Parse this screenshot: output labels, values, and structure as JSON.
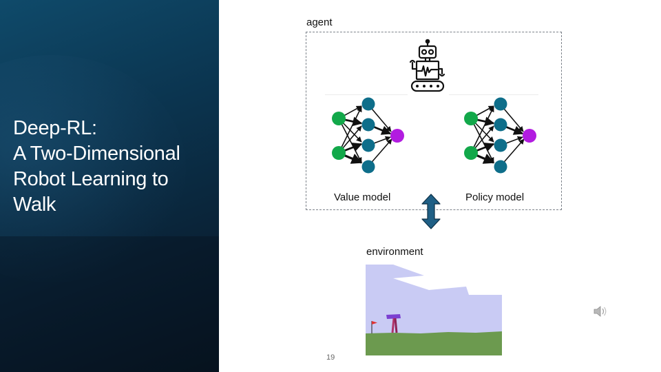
{
  "slide": {
    "title_lines": [
      "Deep-RL:",
      "A Two-Dimensional",
      "Robot Learning to",
      "Walk"
    ],
    "page_number": "19"
  },
  "diagram": {
    "agent_label": "agent",
    "environment_label": "environment",
    "value_model_label": "Value model",
    "policy_model_label": "Policy model",
    "icons": [
      "robot-icon",
      "bidirectional-arrow-icon",
      "speaker-icon"
    ],
    "colors": {
      "input_node": "#12a84a",
      "hidden_node": "#0e6e8a",
      "output_node": "#b21ce0",
      "arrow": "#1f5f85",
      "sky": "#c9cbf4",
      "ground": "#6c9a4f",
      "walker": "#7b3fd1"
    }
  }
}
